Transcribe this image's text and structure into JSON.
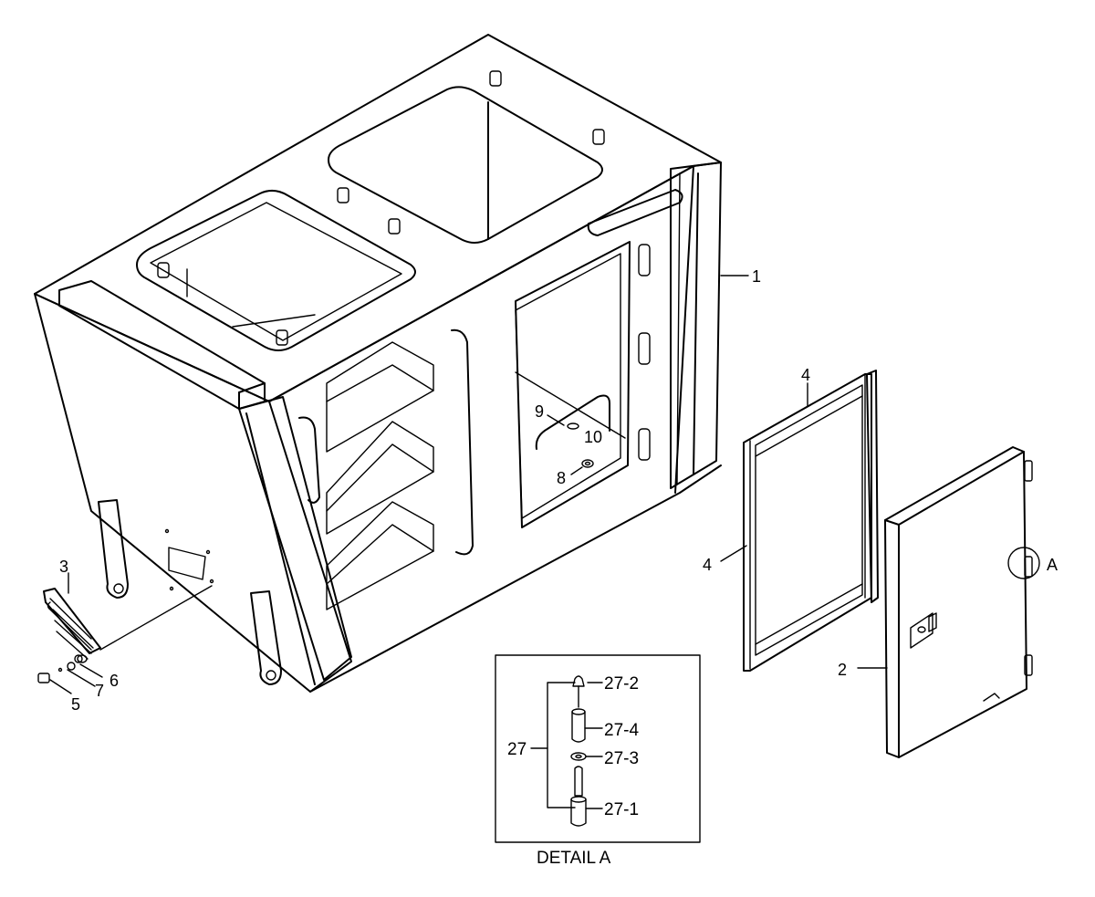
{
  "callouts": {
    "c1": "1",
    "c2": "2",
    "c3": "3",
    "c4a": "4",
    "c4b": "4",
    "c5": "5",
    "c6": "6",
    "c7": "7",
    "c8": "8",
    "c9": "9",
    "c10": "10",
    "cA": "A"
  },
  "detail": {
    "title": "DETAIL A",
    "group": "27",
    "parts": [
      "27-2",
      "27-4",
      "27-3",
      "27-1"
    ]
  }
}
